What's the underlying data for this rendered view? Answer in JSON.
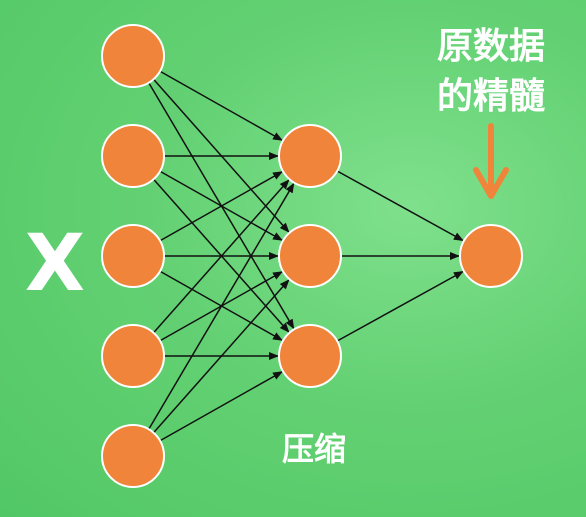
{
  "labels": {
    "input": "X",
    "bottleneck": "压缩",
    "essence_line1": "原数据",
    "essence_line2": "的精髓"
  },
  "colors": {
    "background": "#5fce70",
    "node_fill": "#f0843a",
    "node_stroke": "#ffffff",
    "edge": "#111111",
    "arrow": "#f0843a",
    "text": "#ffffff"
  },
  "network": {
    "layers": [
      {
        "name": "input-layer",
        "size": 5
      },
      {
        "name": "hidden-layer",
        "size": 3
      },
      {
        "name": "output-layer",
        "size": 1
      }
    ],
    "fully_connected": true,
    "directed": true
  }
}
